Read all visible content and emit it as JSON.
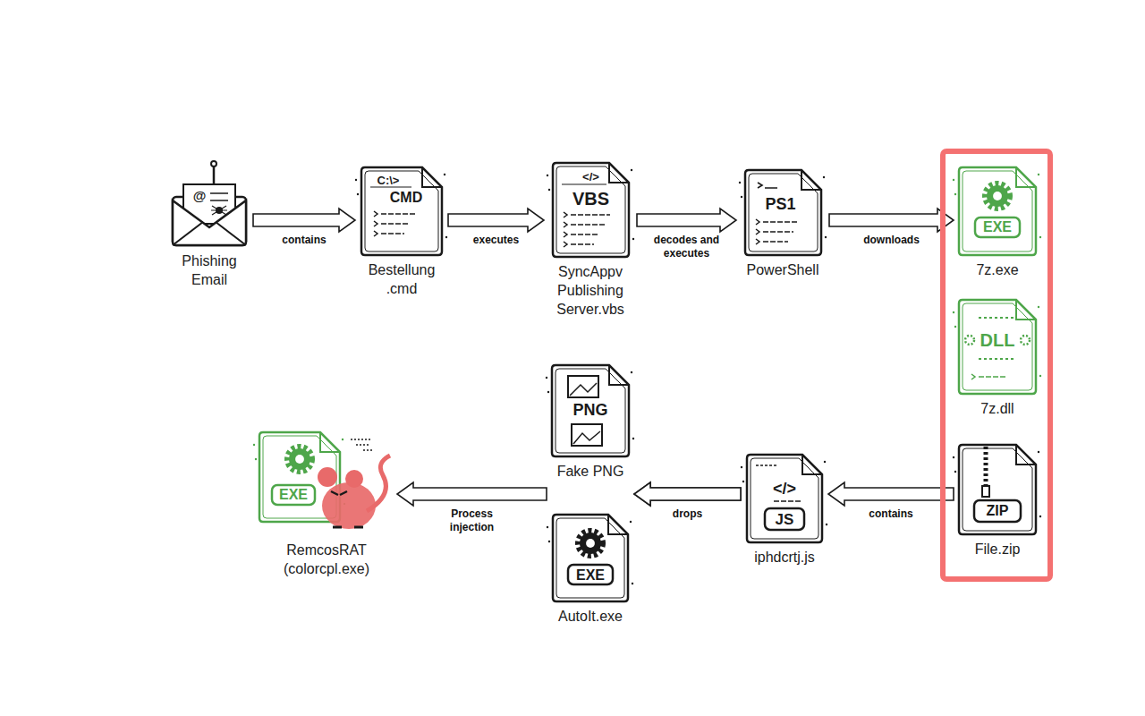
{
  "diagram": {
    "nodes": [
      {
        "text": [
          "@",
          "Phishing Email"
        ]
      },
      {
        "text": [
          "C:\\>",
          "CMD",
          "Bestellung .cmd"
        ]
      },
      {
        "text": [
          "</>",
          "VBS",
          "SyncAppv Publishing Server.vbs"
        ]
      },
      {
        "text": [
          "PS1",
          "PowerShell"
        ]
      },
      {
        "text": [
          "EXE",
          "7z.exe"
        ]
      },
      {
        "text": [
          "DLL",
          "7z.dll"
        ]
      },
      {
        "text": [
          "ZIP",
          "File.zip"
        ]
      },
      {
        "text": [
          "</>",
          "JS",
          "iphdcrtj.js"
        ]
      },
      {
        "text": [
          "PNG",
          "Fake PNG"
        ]
      },
      {
        "text": [
          "EXE",
          "AutoIt.exe"
        ]
      },
      {
        "text": [
          "EXE",
          "RemcosRAT (colorcpl.exe)"
        ]
      }
    ],
    "edges": [
      {
        "from": 0,
        "to": 1,
        "arrow": "to",
        "label": "contains"
      },
      {
        "from": 1,
        "to": 2,
        "arrow": "to",
        "label": "executes"
      },
      {
        "from": 2,
        "to": 3,
        "arrow": "to",
        "label": "decodes and executes"
      },
      {
        "from": 3,
        "to": 4,
        "arrow": "to",
        "label": "downloads"
      },
      {
        "from": 6,
        "to": 7,
        "arrow": "to",
        "label": "contains"
      },
      {
        "from": 7,
        "to": 9,
        "arrow": "to",
        "label": "drops"
      },
      {
        "from": 7,
        "to": 8,
        "arrow": "to"
      },
      {
        "from": 9,
        "to": 10,
        "arrow": "to",
        "label": "Process injection"
      }
    ]
  }
}
